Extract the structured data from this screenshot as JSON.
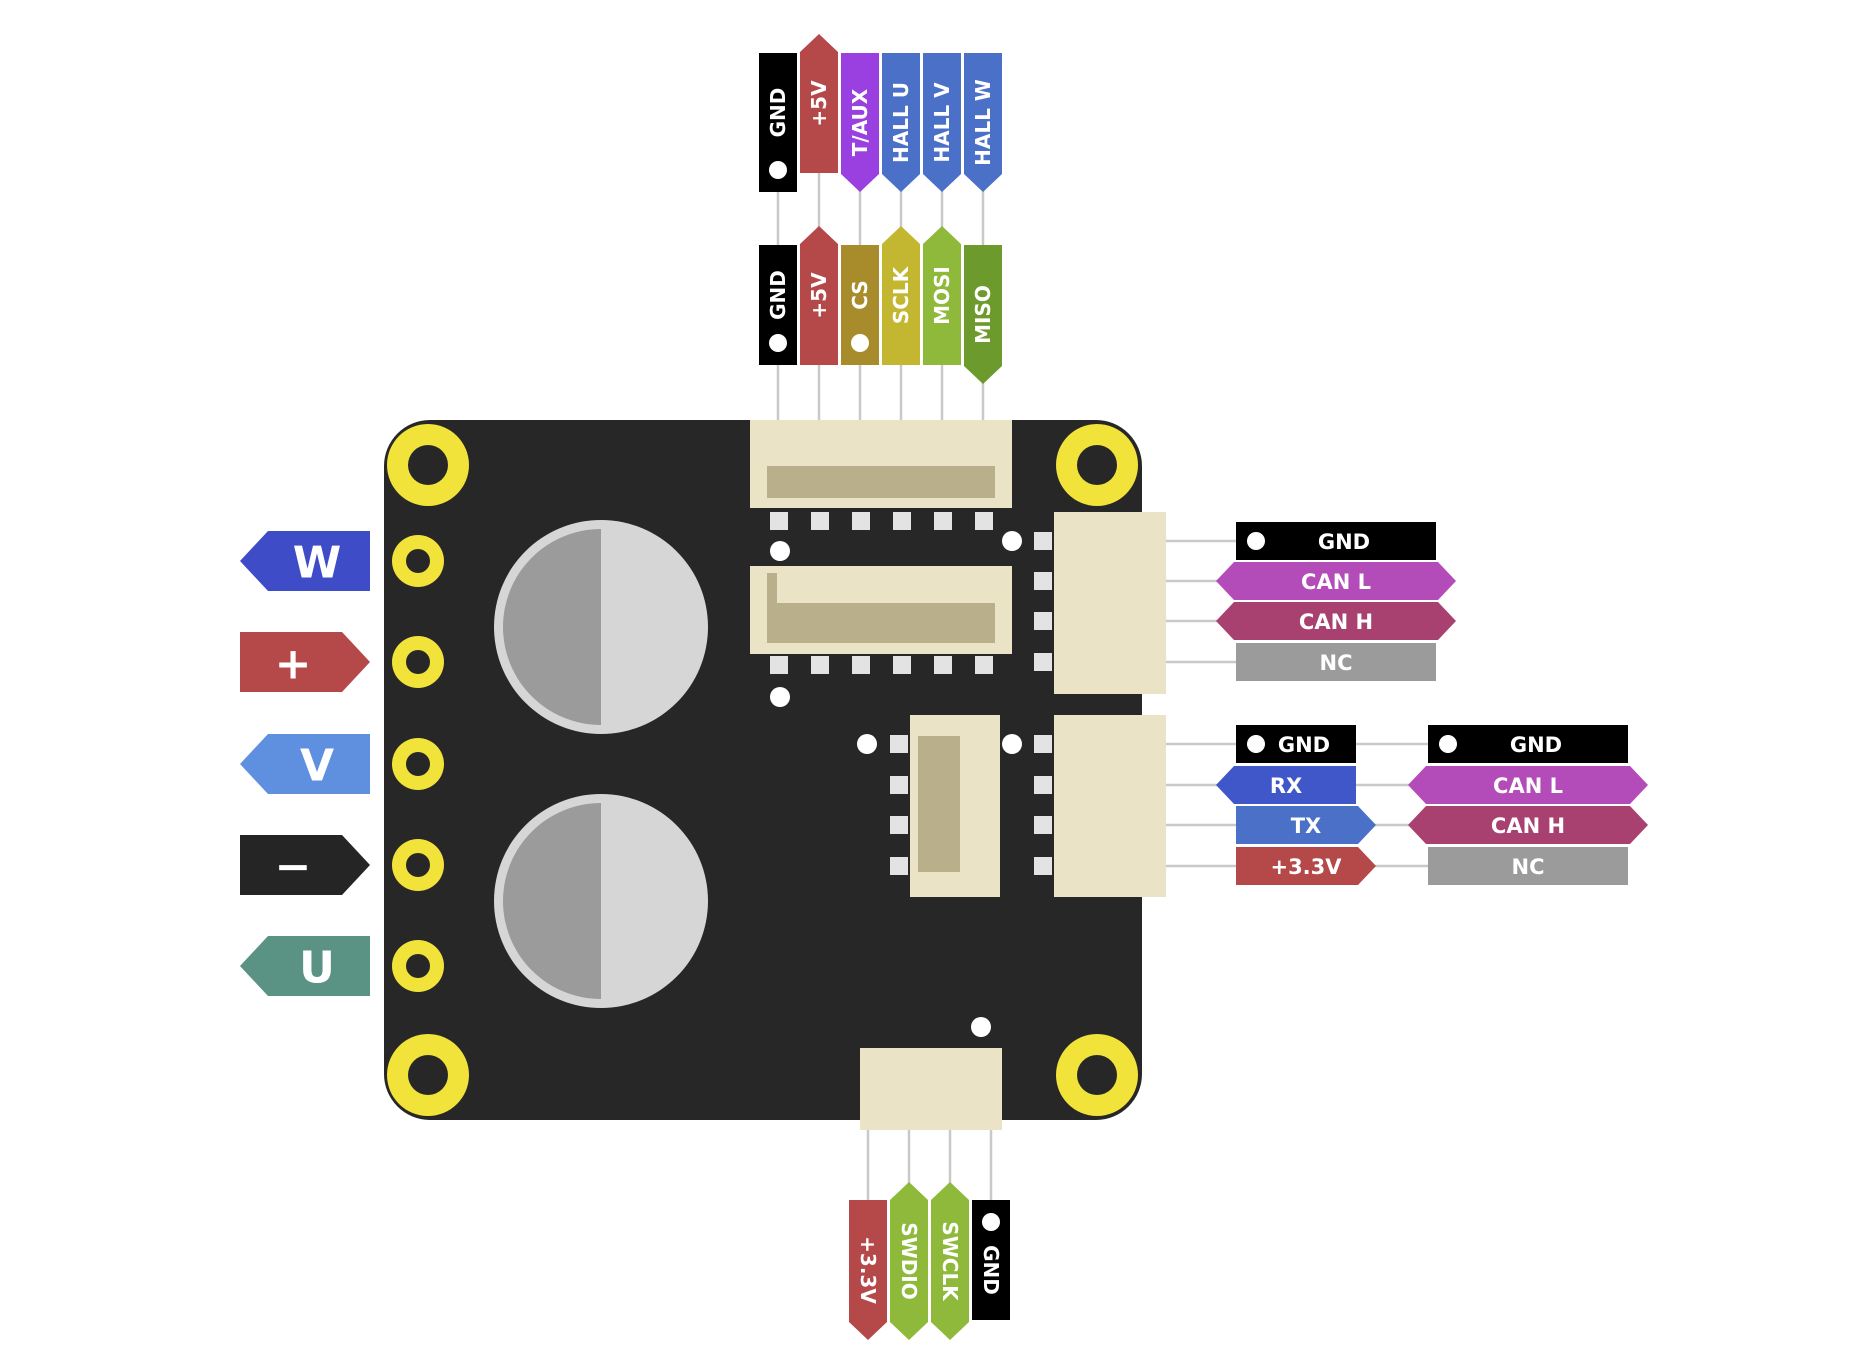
{
  "colors": {
    "board": "#272727",
    "connector": "#ebe3c5",
    "connector_inner": "#b9b08b",
    "pad": "#e3e3e3",
    "hole": "#f1e339",
    "cap_dark": "#9b9b9b",
    "cap_light": "#d6d6d6",
    "black": "#000000",
    "red": "#b54848",
    "purple": "#9a3fe0",
    "blue": "#4a70c8",
    "olive": "#a88b2a",
    "yellow": "#c3b631",
    "lime": "#8fb93a",
    "green": "#6d9a2c",
    "magenta": "#b34cb8",
    "crimson": "#a84170",
    "grey": "#9b9b9b",
    "royal": "#3f57c8",
    "motor_w": "#3f4cc8",
    "motor_plus": "#b54848",
    "motor_v": "#5f90e0",
    "motor_minus": "#252525",
    "motor_u": "#5a9283",
    "pin_dot": "#ffffff"
  },
  "motor_phases": [
    {
      "text": "W",
      "icon": "arrow-left",
      "color": "motor_w"
    },
    {
      "text": "+",
      "icon": "arrow-right",
      "color": "motor_plus"
    },
    {
      "text": "V",
      "icon": "arrow-left",
      "color": "motor_v"
    },
    {
      "text": "−",
      "icon": "arrow-right",
      "color": "motor_minus"
    },
    {
      "text": "U",
      "icon": "arrow-left",
      "color": "motor_u"
    }
  ],
  "hall_header": [
    {
      "text": "GND",
      "color": "black",
      "dot": true
    },
    {
      "text": "+5V",
      "color": "red"
    },
    {
      "text": "T/AUX",
      "color": "purple"
    },
    {
      "text": "HALL U",
      "color": "blue"
    },
    {
      "text": "HALL V",
      "color": "blue"
    },
    {
      "text": "HALL W",
      "color": "blue"
    }
  ],
  "spi_header": [
    {
      "text": "GND",
      "color": "black",
      "dot": true
    },
    {
      "text": "+5V",
      "color": "red"
    },
    {
      "text": "CS",
      "color": "olive",
      "dot": true
    },
    {
      "text": "SCLK",
      "color": "yellow"
    },
    {
      "text": "MOSI",
      "color": "lime"
    },
    {
      "text": "MISO",
      "color": "green"
    }
  ],
  "can_header": [
    {
      "text": "GND",
      "color": "black",
      "dot": true
    },
    {
      "text": "CAN L",
      "color": "magenta"
    },
    {
      "text": "CAN H",
      "color": "crimson"
    },
    {
      "text": "NC",
      "color": "grey"
    }
  ],
  "uart_header": [
    {
      "text": "GND",
      "color": "black",
      "dot": true
    },
    {
      "text": "RX",
      "color": "royal"
    },
    {
      "text": "TX",
      "color": "blue"
    },
    {
      "text": "+3.3V",
      "color": "red"
    }
  ],
  "can_alt_header": [
    {
      "text": "GND",
      "color": "black",
      "dot": true
    },
    {
      "text": "CAN L",
      "color": "magenta"
    },
    {
      "text": "CAN H",
      "color": "crimson"
    },
    {
      "text": "NC",
      "color": "grey"
    }
  ],
  "swd_header": [
    {
      "text": "+3.3V",
      "color": "red"
    },
    {
      "text": "SWDIO",
      "color": "lime"
    },
    {
      "text": "SWCLK",
      "color": "lime"
    },
    {
      "text": "GND",
      "color": "black",
      "dot": true
    }
  ]
}
